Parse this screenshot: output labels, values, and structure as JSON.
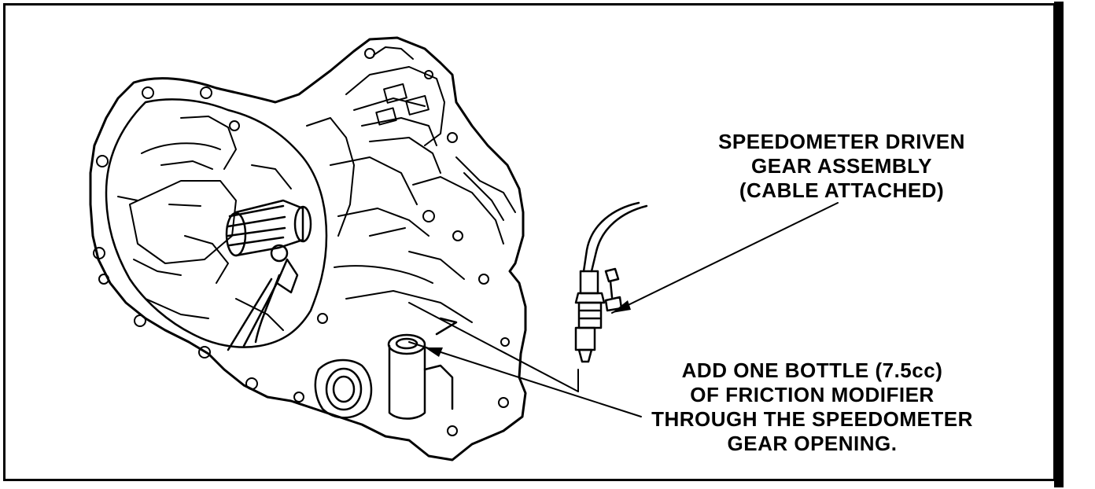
{
  "callouts": {
    "speedometer": {
      "lines": [
        "SPEEDOMETER DRIVEN",
        "GEAR ASSEMBLY",
        "(CABLE ATTACHED)"
      ]
    },
    "friction_modifier": {
      "lines": [
        "ADD ONE BOTTLE (7.5cc)",
        "OF FRICTION MODIFIER",
        "THROUGH THE SPEEDOMETER",
        "GEAR OPENING."
      ]
    }
  },
  "colors": {
    "ink": "#000000",
    "paper": "#ffffff"
  }
}
